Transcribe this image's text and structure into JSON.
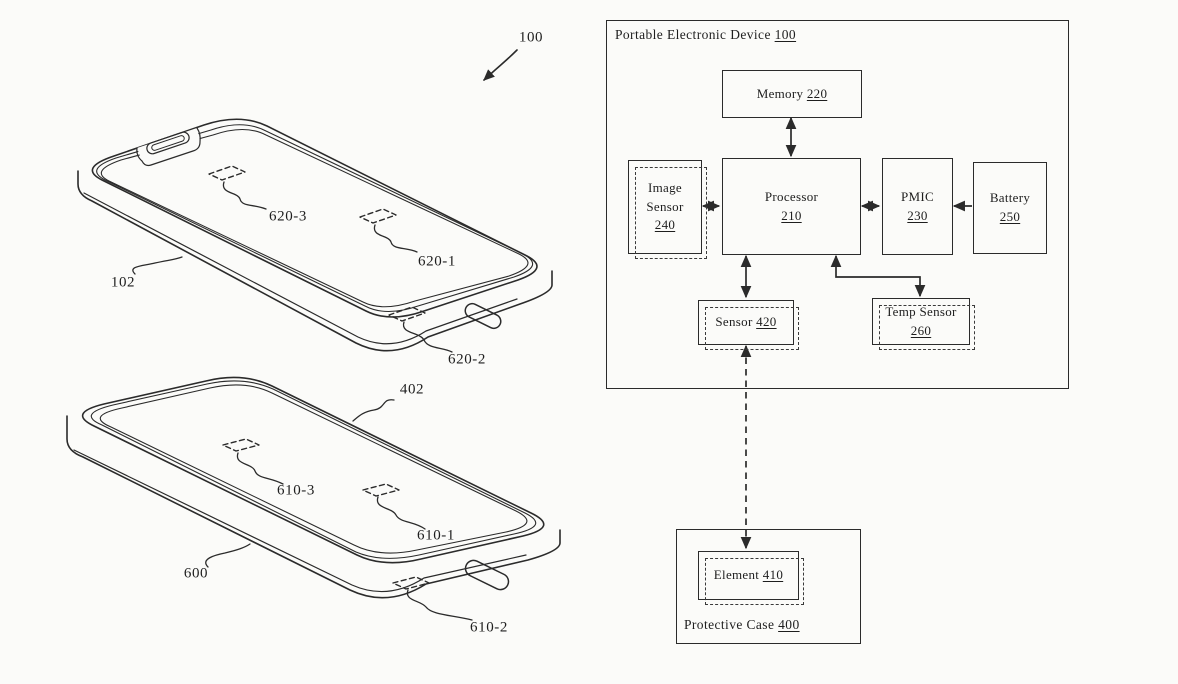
{
  "canvas": {
    "background": "#fbfbf9",
    "ink": "#2b2b2b"
  },
  "block_diagram": {
    "device_title": "Portable Electronic Device",
    "device_ref": "100",
    "blocks": {
      "memory": {
        "label": "Memory",
        "ref": "220"
      },
      "image_sensor": {
        "label1": "Image",
        "label2": "Sensor",
        "ref": "240"
      },
      "processor": {
        "label": "Processor",
        "ref": "210"
      },
      "pmic": {
        "label": "PMIC",
        "ref": "230"
      },
      "battery": {
        "label": "Battery",
        "ref": "250"
      },
      "sensor": {
        "label": "Sensor",
        "ref": "420"
      },
      "temp_sensor": {
        "label": "Temp Sensor",
        "ref": "260"
      },
      "element": {
        "label": "Element",
        "ref": "410"
      }
    },
    "case_title": "Protective Case",
    "case_ref": "400"
  },
  "figures": {
    "pointer_ref": "100",
    "phone": {
      "housing_ref": "102",
      "region3_ref": "620-3",
      "region1_ref": "620-1",
      "region2_ref": "620-2"
    },
    "case": {
      "rim_ref": "402",
      "body_ref": "600",
      "region3_ref": "610-3",
      "region1_ref": "610-1",
      "region2_ref": "610-2"
    }
  }
}
